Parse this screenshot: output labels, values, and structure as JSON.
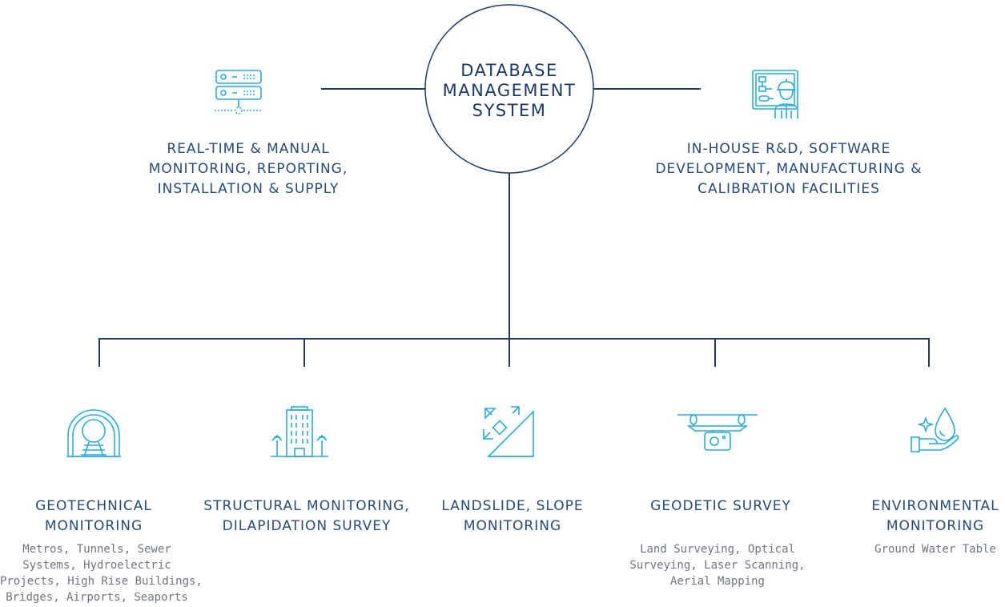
{
  "colors": {
    "line": "#1d3a67",
    "icon": "#29abe2",
    "heading": "#274a78",
    "body": "#6f7680"
  },
  "center": {
    "lines": [
      "DATABASE",
      "MANAGEMENT",
      "SYSTEM"
    ]
  },
  "top_left": {
    "icon": "server-network-icon",
    "lines": [
      "REAL-TIME & MANUAL",
      "MONITORING, REPORTING,",
      "INSTALLATION & SUPPLY"
    ]
  },
  "top_right": {
    "icon": "engineer-blueprint-icon",
    "lines": [
      "IN-HOUSE R&D, SOFTWARE",
      "DEVELOPMENT, MANUFACTURING &",
      "CALIBRATION FACILITIES"
    ]
  },
  "services": [
    {
      "icon": "tunnel-icon",
      "title_lines": [
        "GEOTECHNICAL",
        "MONITORING"
      ],
      "desc_lines": [
        "Metros, Tunnels, Sewer",
        "Systems, Hydroelectric",
        "Projects, High Rise Buildings,",
        "Bridges, Airports, Seaports"
      ]
    },
    {
      "icon": "building-icon",
      "title_lines": [
        "STRUCTURAL MONITORING,",
        "DILAPIDATION SURVEY"
      ],
      "desc_lines": []
    },
    {
      "icon": "slope-icon",
      "title_lines": [
        "LANDSLIDE, SLOPE",
        "MONITORING"
      ],
      "desc_lines": []
    },
    {
      "icon": "drone-icon",
      "title_lines": [
        "GEODETIC SURVEY"
      ],
      "desc_lines": [
        "Land Surveying, Optical",
        "Surveying, Laser Scanning,",
        "Aerial Mapping"
      ]
    },
    {
      "icon": "water-hand-icon",
      "title_lines": [
        "ENVIRONMENTAL",
        "MONITORING"
      ],
      "desc_lines": [
        "Ground Water Table"
      ]
    }
  ]
}
